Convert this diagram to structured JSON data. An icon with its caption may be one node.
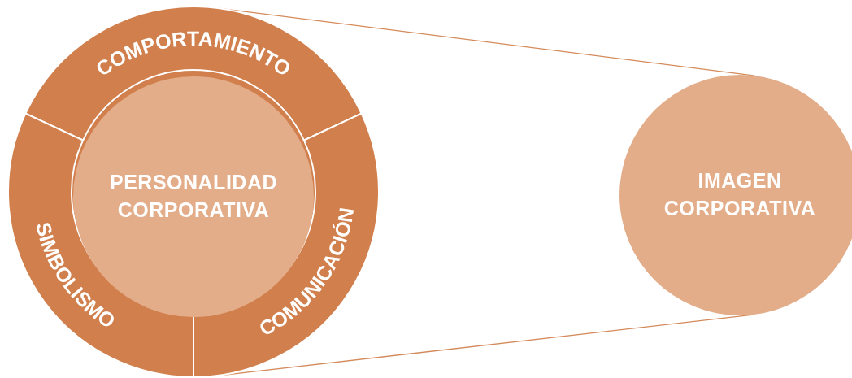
{
  "diagram": {
    "nodes": [
      {
        "text": [],
        "shape": "circle"
      },
      {
        "text": [
          "COMPORTAMIENTO"
        ],
        "in": 0
      },
      {
        "text": [
          "PERSONALIDAD CORPORATIVA"
        ],
        "in": 0
      },
      {
        "text": [
          "SIMBOLISMO"
        ],
        "in": 0
      },
      {
        "text": [
          "COMUNICACIÓN"
        ],
        "in": 0
      },
      {
        "text": [
          "IMAGEN CORPORATIVA"
        ]
      }
    ],
    "edges": [
      {
        "from": 0,
        "to": 5,
        "arrow": "none"
      },
      {
        "from": 0,
        "to": 5,
        "arrow": "none"
      }
    ]
  }
}
